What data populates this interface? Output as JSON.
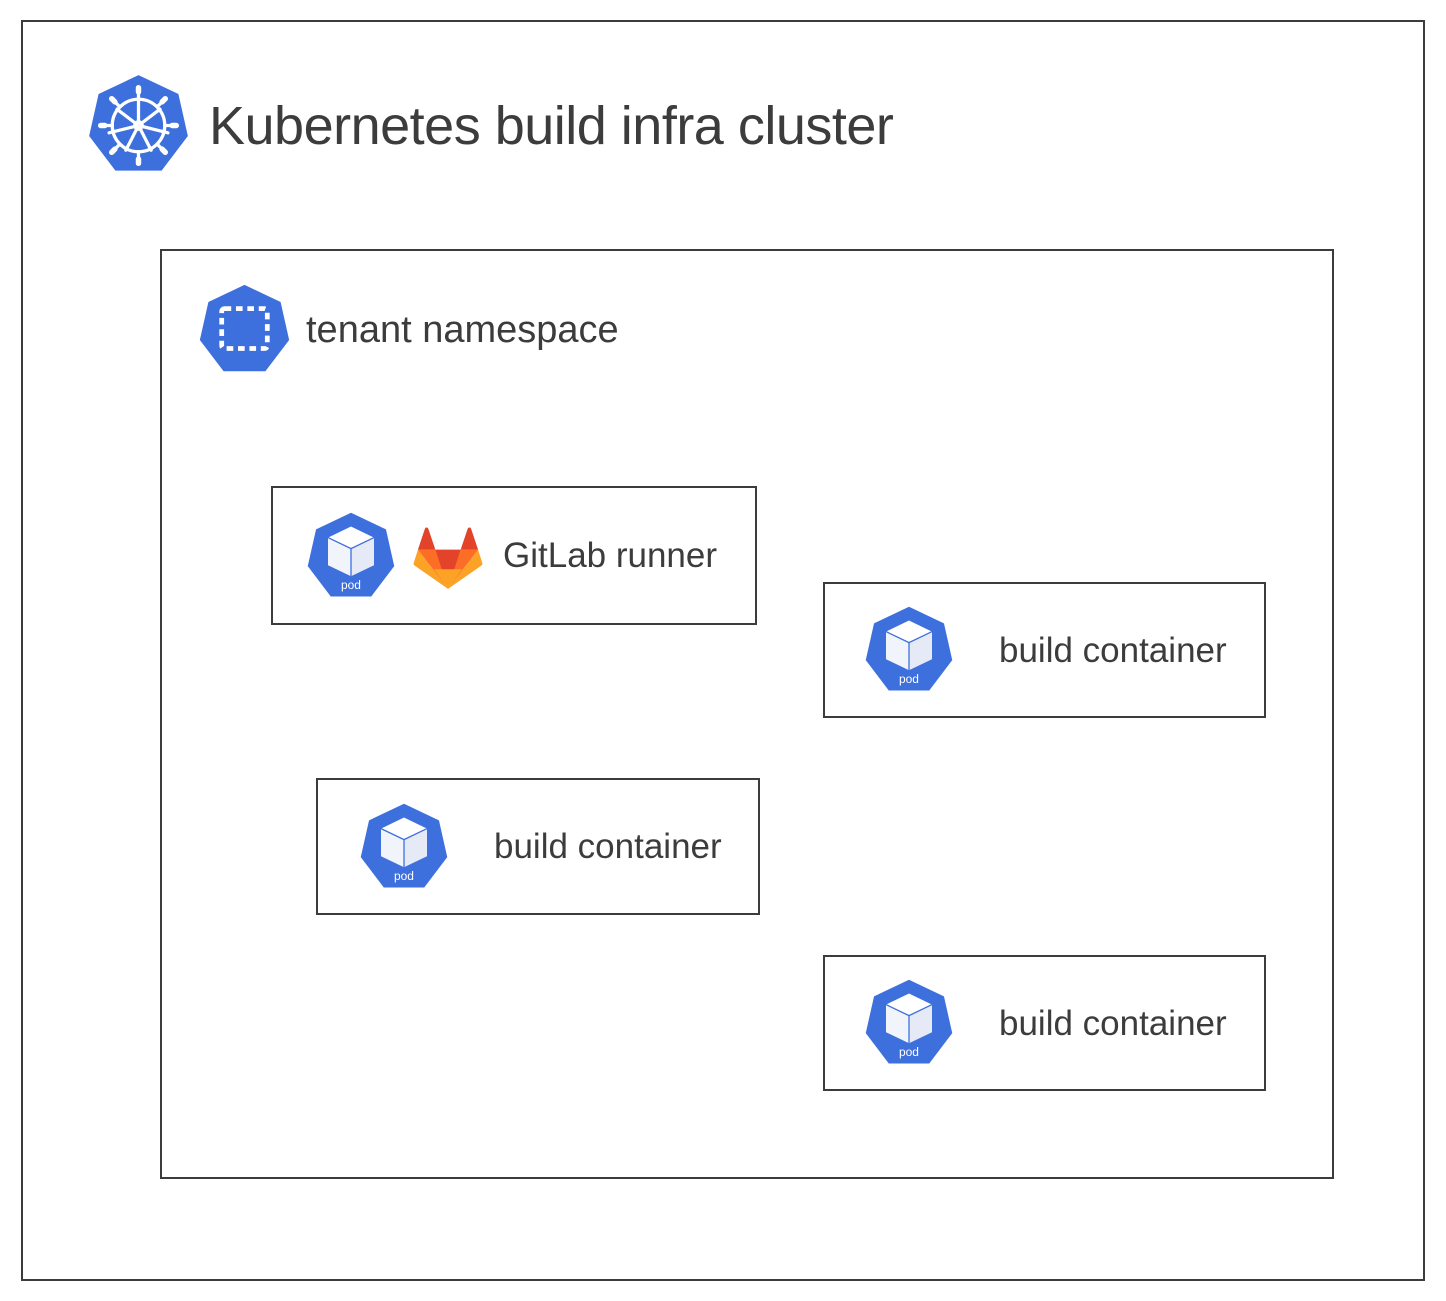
{
  "diagram": {
    "title": "Kubernetes build infra cluster",
    "cluster_icon": "kubernetes-logo-icon",
    "colors": {
      "kubernetes_blue": "#3d6fdd",
      "border_gray": "#3c3c3c",
      "text_gray": "#3c3c3c",
      "background": "#ffffff",
      "gitlab_dark_orange": "#e24329",
      "gitlab_mid_orange": "#fc6d26",
      "gitlab_light_orange": "#fca326"
    },
    "namespace": {
      "label": "tenant namespace",
      "icon": "namespace-icon",
      "resources": [
        {
          "id": "gitlab-runner",
          "label": "GitLab runner",
          "icons": [
            "pod-icon",
            "gitlab-logo-icon"
          ],
          "pod_badge": "pod"
        },
        {
          "id": "build-container-1",
          "label": "build container",
          "icons": [
            "pod-icon"
          ],
          "pod_badge": "pod"
        },
        {
          "id": "build-container-2",
          "label": "build container",
          "icons": [
            "pod-icon"
          ],
          "pod_badge": "pod"
        },
        {
          "id": "build-container-3",
          "label": "build container",
          "icons": [
            "pod-icon"
          ],
          "pod_badge": "pod"
        }
      ]
    }
  }
}
